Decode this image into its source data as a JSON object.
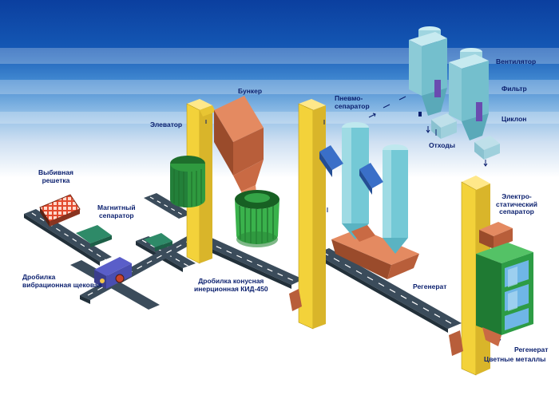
{
  "labels": {
    "shakeout_grate": "Выбивная\nрешетка",
    "magnetic_separator": "Магнитный\nсепаратор",
    "jaw_crusher": "Дробилка\nвибрационная щековая",
    "elevator": "Элеватор",
    "bunker": "Бункер",
    "cone_crusher": "Дробилка конусная\nинерционная КИД-450",
    "pneumo_separator": "Пневмо-\nсепаратор",
    "fan": "Вентилятор",
    "filter": "Фильтр",
    "cyclone": "Циклон",
    "waste": "Отходы",
    "regenerate": "Регенерат",
    "electrostatic_separator": "Электро-\nстатический\nсепаратор",
    "regenerate_2": "Регенерат",
    "non_ferrous": "Цветные металлы"
  },
  "colors": {
    "sky_top": "#0b3f9f",
    "sky_bottom": "#e8eef8",
    "elevator": "#f3d23a",
    "conveyor_belt": "#3b4c5b",
    "bunker": "#b05c3a",
    "cone_crusher": "#2f9a3f",
    "separator_tower": "#74c9d6",
    "filter_unit": "#9fd5e0",
    "electro_separator": "#2d9c45",
    "label_text": "#0a1f6e"
  }
}
